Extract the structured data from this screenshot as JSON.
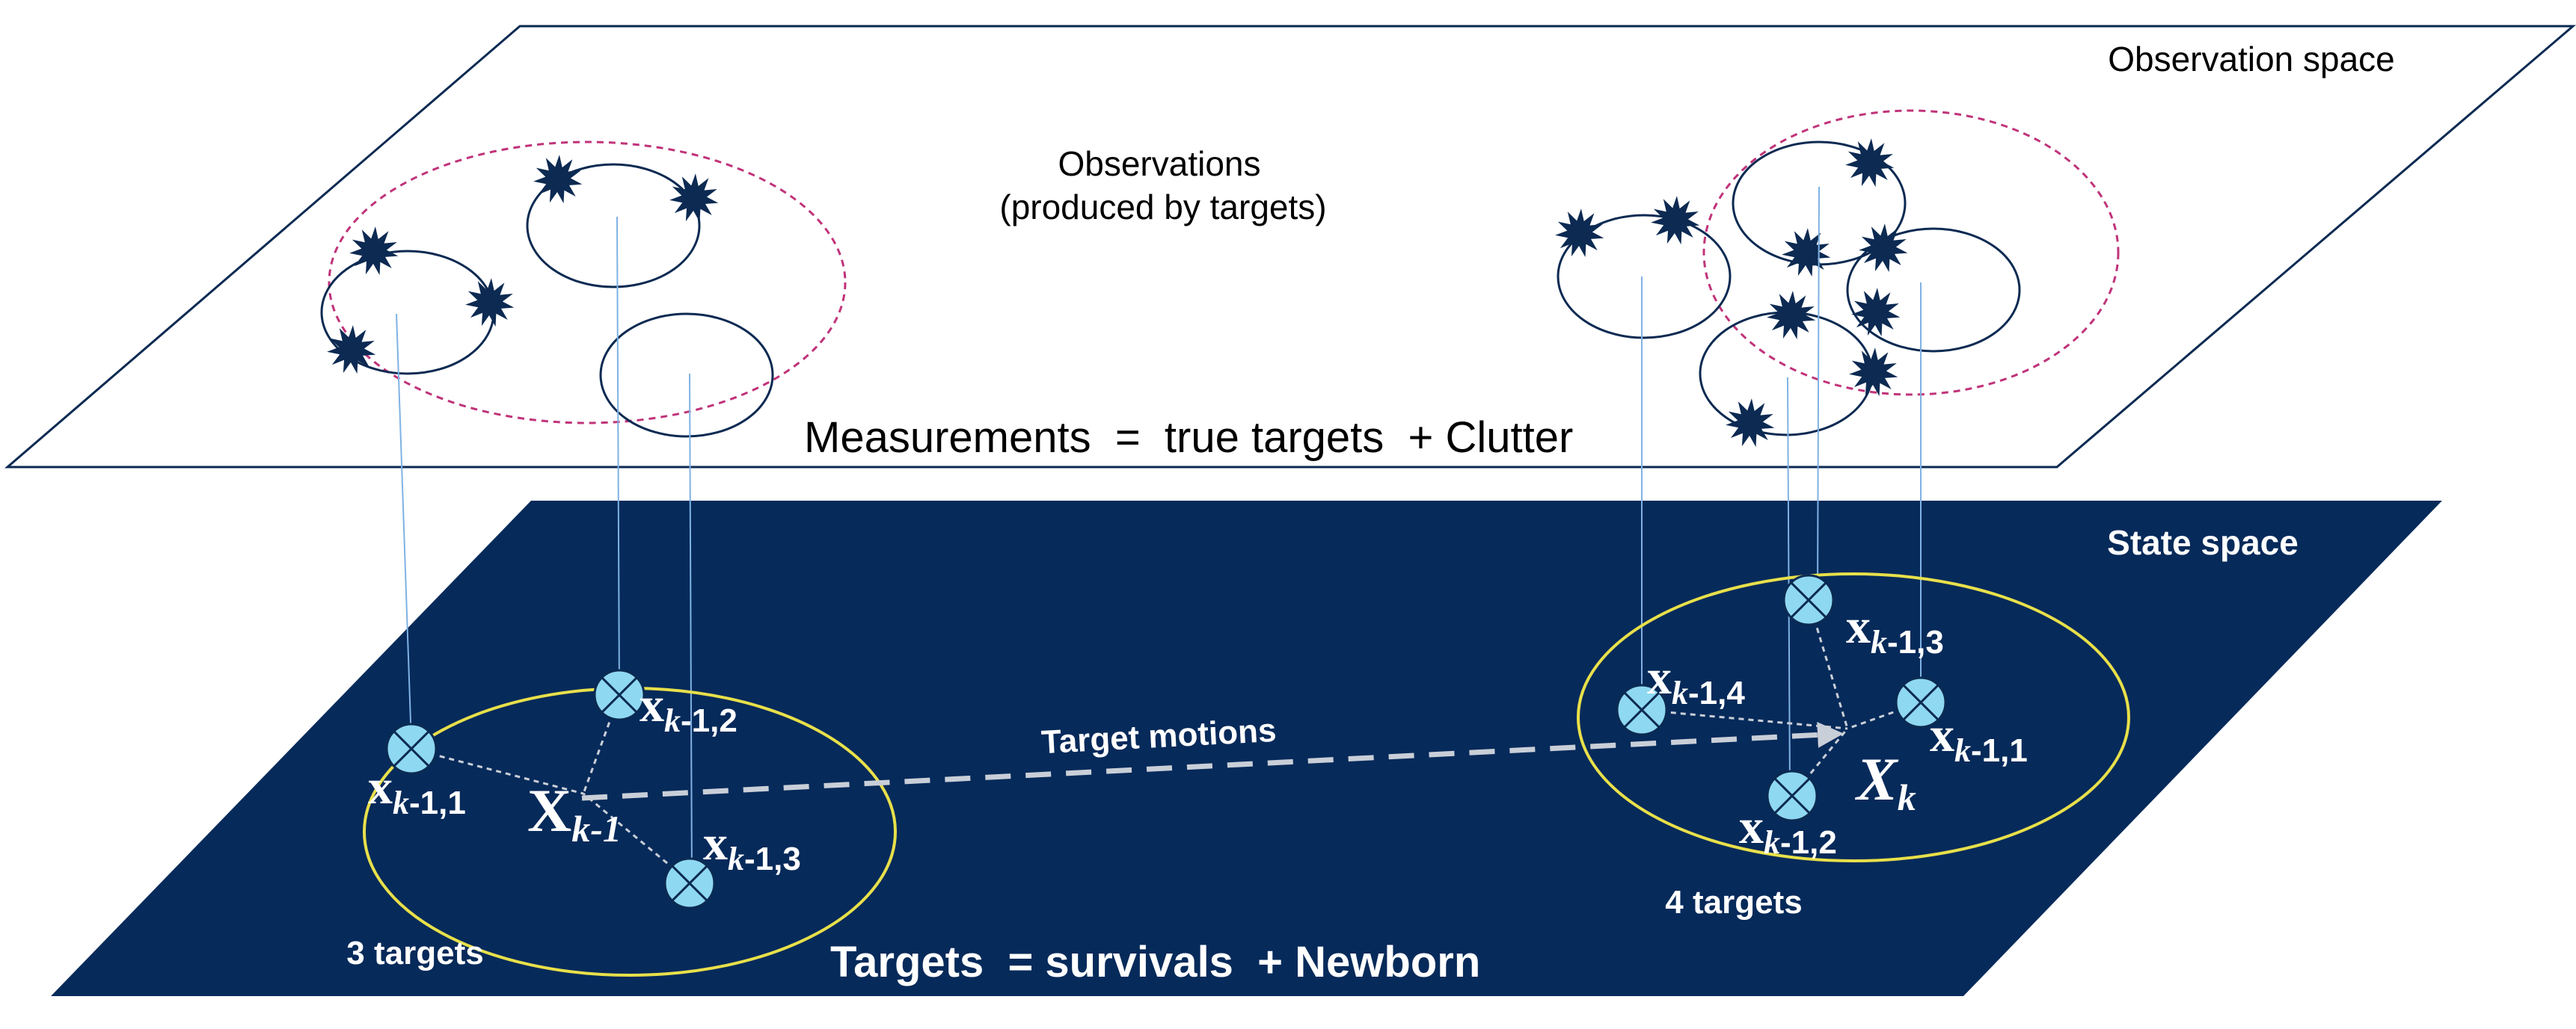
{
  "observation_plane": {
    "title": "Observation space",
    "observations_label_line1": "Observations",
    "observations_label_line2": "(produced by targets)",
    "equation": "Measurements  =  true targets  + Clutter"
  },
  "state_plane": {
    "title": "State space",
    "equation": "Targets  = survivals  + Newborn",
    "motion_label": "Target motions",
    "left_count": "3 targets",
    "right_count": "4 targets"
  },
  "left_set": {
    "set_symbol": "X",
    "set_sub": "k-1",
    "targets": [
      {
        "sym": "x",
        "sub_k": "k",
        "sub_rest": "-1,1"
      },
      {
        "sym": "x",
        "sub_k": "k",
        "sub_rest": "-1,2"
      },
      {
        "sym": "x",
        "sub_k": "k",
        "sub_rest": "-1,3"
      }
    ]
  },
  "right_set": {
    "set_symbol": "X",
    "set_sub": "k",
    "targets": [
      {
        "sym": "x",
        "sub_k": "k",
        "sub_rest": "-1,3"
      },
      {
        "sym": "x",
        "sub_k": "k",
        "sub_rest": "-1,4"
      },
      {
        "sym": "x",
        "sub_k": "k",
        "sub_rest": "-1,1"
      },
      {
        "sym": "x",
        "sub_k": "k",
        "sub_rest": "-1,2"
      }
    ]
  },
  "colors": {
    "state_plane_fill": "#062a5a",
    "target_fill": "#8fd8f2",
    "set_ellipse": "#e8e04a",
    "clutter_ellipse": "#c0337a",
    "observation_star": "#0c2a52",
    "projection_line": "#7fb2e3",
    "motion_arrow": "#c9cfd8"
  }
}
